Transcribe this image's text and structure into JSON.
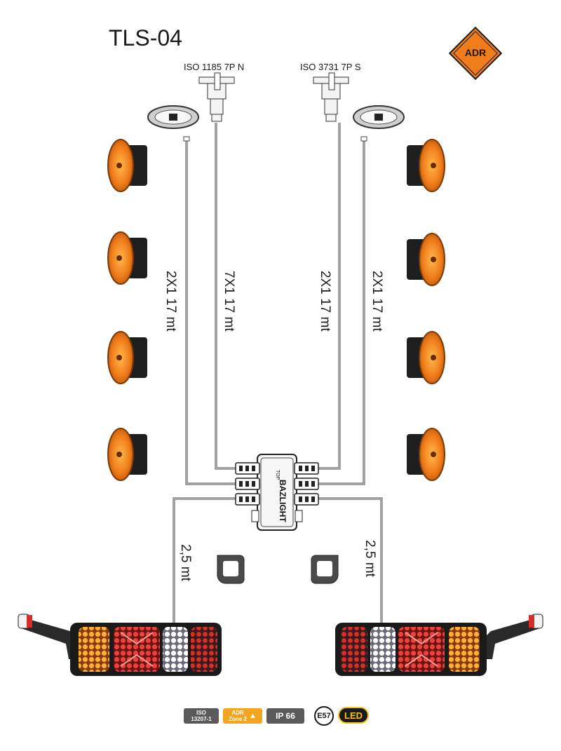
{
  "title": "TLS-04",
  "adr_sign": "ADR",
  "connectors": {
    "left": "ISO 1185 7P N",
    "right": "ISO 3731 7P S"
  },
  "junction_box": {
    "brand": "BAZLIGHT",
    "orientation": "TOP"
  },
  "cables": [
    {
      "id": "left-marker-cable",
      "label": "2X1 17 mt"
    },
    {
      "id": "left-main-cable",
      "label": "7X1 17 mt"
    },
    {
      "id": "right-main-cable",
      "label": "2X1 17 mt"
    },
    {
      "id": "right-marker-cable",
      "label": "2X1 17 mt"
    },
    {
      "id": "left-tail-cable",
      "label": "2,5 mt"
    },
    {
      "id": "right-tail-cable",
      "label": "2,5 mt"
    }
  ],
  "certifications": [
    {
      "line1": "ISO",
      "line2": "13207-1",
      "color": "#5a5a5a"
    },
    {
      "line1": "ADR",
      "line2": "Zone 2",
      "color": "#f2a61f"
    },
    {
      "line1": "IP 66",
      "line2": "",
      "color": "#5a5a5a"
    },
    {
      "line1": "E57",
      "line2": "",
      "color": "#ffffff"
    },
    {
      "line1": "LED",
      "line2": "",
      "color": "#1a1a1a"
    }
  ],
  "colors": {
    "amber": "#f07d1a",
    "red_lamp": "#d62f2a",
    "adr_orange": "#f07d1a"
  }
}
